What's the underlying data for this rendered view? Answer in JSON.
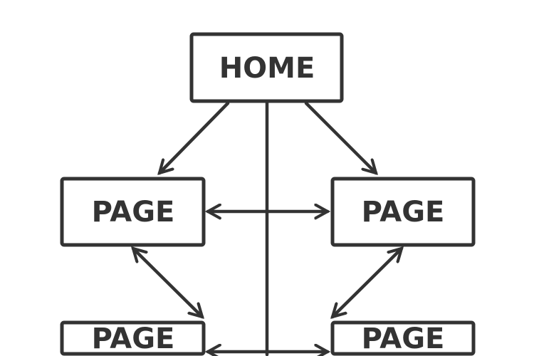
{
  "nodes": {
    "home": "HOME",
    "page_top_left": "PAGE",
    "page_top_right": "PAGE",
    "page_bottom_left": "PAGE",
    "page_bottom_right": "PAGE"
  },
  "colors": {
    "stroke": "#333333",
    "background": "#ffffff"
  }
}
